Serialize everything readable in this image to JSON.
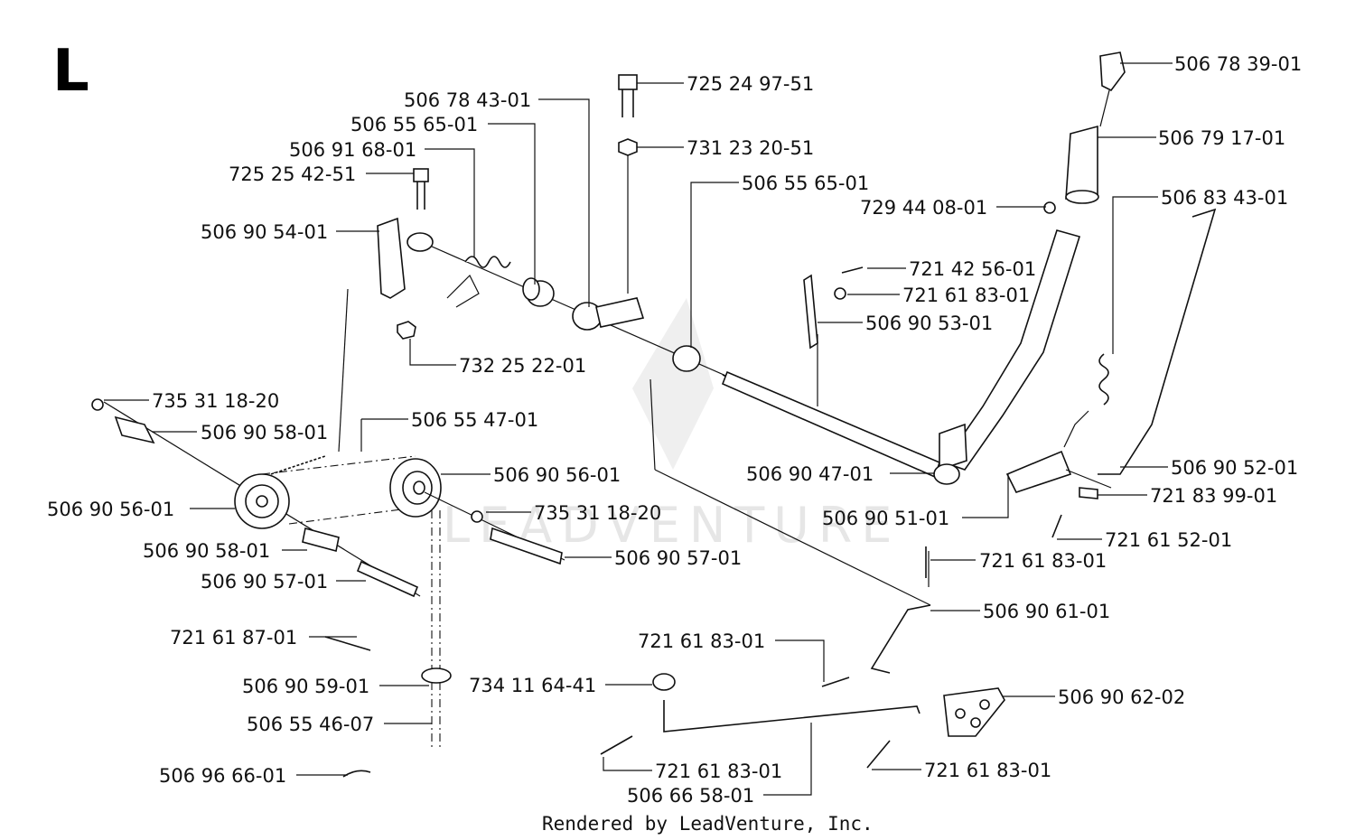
{
  "section_letter": "L",
  "footer": "Rendered by LeadVenture, Inc.",
  "watermark": "LEADVENTURE",
  "labels": [
    "506 78 39-01",
    "725 24 97-51",
    "506 78 43-01",
    "506 55 65-01",
    "731 23 20-51",
    "506 79 17-01",
    "506 91 68-01",
    "725 25 42-51",
    "506 55 65-01",
    "506 83 43-01",
    "729 44 08-01",
    "506 90 54-01",
    "721 42 56-01",
    "721 61 83-01",
    "506 90 53-01",
    "732 25 22-01",
    "735 31 18-20",
    "506 90 58-01",
    "506 55 47-01",
    "506 90 56-01",
    "506 90 52-01",
    "506 90 47-01",
    "721 83 99-01",
    "506 90 56-01",
    "735 31 18-20",
    "506 90 51-01",
    "721 61 52-01",
    "506 90 58-01",
    "506 90 57-01",
    "721 61 83-01",
    "506 90 57-01",
    "506 90 61-01",
    "721 61 87-01",
    "721 61 83-01",
    "506 90 59-01",
    "734 11 64-41",
    "506 90 62-02",
    "506 55 46-07",
    "721 61 83-01",
    "506 96 66-01",
    "721 61 83-01",
    "506 66 58-01"
  ]
}
